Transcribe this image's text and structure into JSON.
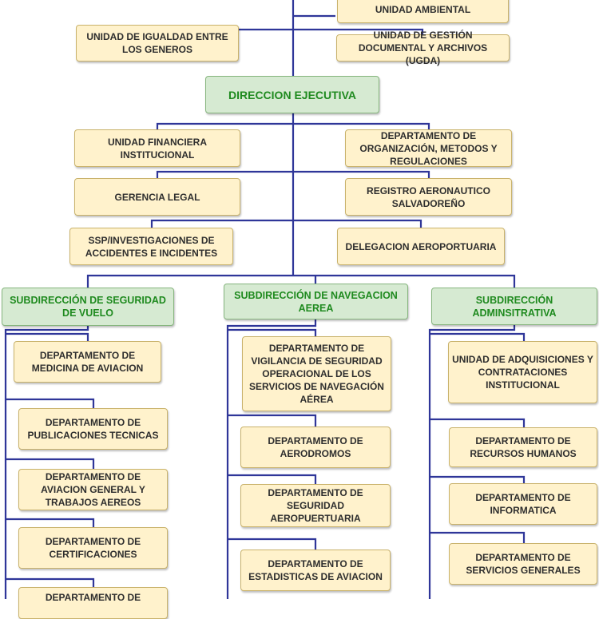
{
  "colors": {
    "connector": "#2f3699",
    "unit_fill": "#fff2cc",
    "unit_border": "#c9b26b",
    "head_fill": "#d6ead2",
    "head_border": "#86b57e",
    "head_text": "#1f8a1f"
  },
  "top_units": {
    "unidad_ambiental": "UNIDAD AMBIENTAL",
    "igualdad_generos": "UNIDAD DE IGUALDAD ENTRE LOS GENEROS",
    "gestion_documental": "UNIDAD DE GESTIÓN DOCUMENTAL Y ARCHIVOS (UGDA)"
  },
  "direccion_ejecutiva": "DIRECCION EJECUTIVA",
  "staff_units": {
    "unidad_financiera": "UNIDAD FINANCIERA INSTITUCIONAL",
    "organizacion_metodos": "DEPARTAMENTO DE ORGANIZACIÓN, METODOS Y REGULACIONES",
    "gerencia_legal": "GERENCIA LEGAL",
    "registro_aeronautico": "REGISTRO AERONAUTICO SALVADOREÑO",
    "ssp_investigaciones": "SSP/INVESTIGACIONES DE ACCIDENTES E INCIDENTES",
    "delegacion_aeroportuaria": "DELEGACION AEROPORTUARIA"
  },
  "subdirecciones": {
    "seguridad_vuelo": {
      "title": "SUBDIRECCIÓN DE SEGURIDAD DE VUELO",
      "departments": [
        "DEPARTAMENTO DE MEDICINA DE AVIACION",
        "DEPARTAMENTO DE PUBLICACIONES TECNICAS",
        "DEPARTAMENTO DE AVIACION GENERAL  Y TRABAJOS AEREOS",
        "DEPARTAMENTO DE CERTIFICACIONES",
        "DEPARTAMENTO DE"
      ]
    },
    "navegacion_aerea": {
      "title": "SUBDIRECCIÓN DE NAVEGACION AEREA",
      "departments": [
        "DEPARTAMENTO DE VIGILANCIA DE SEGURIDAD OPERACIONAL DE LOS SERVICIOS DE NAVEGACIÓN AÉREA",
        "DEPARTAMENTO DE AERODROMOS",
        "DEPARTAMENTO DE SEGURIDAD AEROPUERTUARIA",
        "DEPARTAMENTO DE ESTADISTICAS DE AVIACION"
      ]
    },
    "administrativa": {
      "title": "SUBDIRECCIÓN ADMINSITRATIVA",
      "departments": [
        "UNIDAD DE ADQUISICIONES Y CONTRATACIONES INSTITUCIONAL",
        "DEPARTAMENTO DE RECURSOS HUMANOS",
        "DEPARTAMENTO DE INFORMATICA",
        "DEPARTAMENTO DE SERVICIOS GENERALES"
      ]
    }
  }
}
